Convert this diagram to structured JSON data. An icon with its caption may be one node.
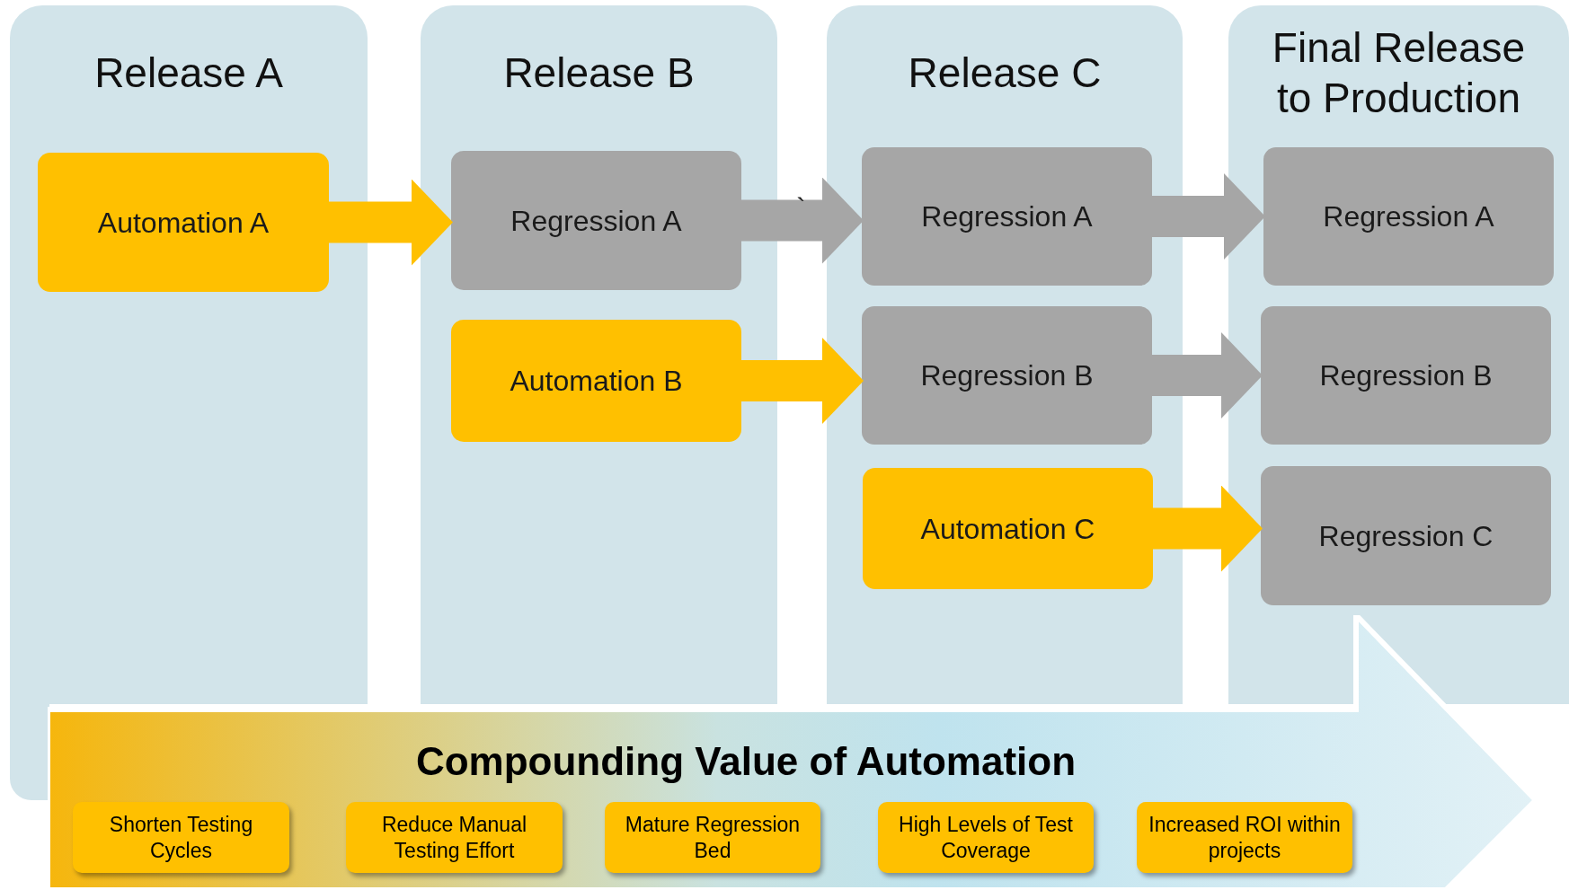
{
  "diagram": {
    "nodes": [
      {
        "text": [
          "Release A"
        ]
      },
      {
        "text": [
          "Automation A"
        ],
        "in": 0
      },
      {
        "text": [
          "Release B"
        ]
      },
      {
        "text": [
          "Regression A"
        ],
        "in": 2
      },
      {
        "text": [
          "Automation B"
        ],
        "in": 2
      },
      {
        "text": [
          "Release C"
        ]
      },
      {
        "text": [
          "Regression A"
        ],
        "in": 5
      },
      {
        "text": [
          "Regression B"
        ],
        "in": 5
      },
      {
        "text": [
          "Automation C"
        ],
        "in": 5
      },
      {
        "text": [
          "Final Release to Production"
        ]
      },
      {
        "text": [
          "Regression A"
        ],
        "in": 9
      },
      {
        "text": [
          "Regression B"
        ],
        "in": 9
      },
      {
        "text": [
          "Regression C"
        ],
        "in": 9
      },
      {
        "text": [
          "Compounding Value of Automation"
        ]
      },
      {
        "text": [
          "Shorten Testing Cycles"
        ],
        "in": 13
      },
      {
        "text": [
          "Reduce Manual Testing Effort"
        ],
        "in": 13
      },
      {
        "text": [
          "Mature Regression Bed"
        ],
        "in": 13
      },
      {
        "text": [
          "High Levels of Test Coverage"
        ],
        "in": 13
      },
      {
        "text": [
          "Increased ROI within projects"
        ],
        "in": 13
      }
    ],
    "edges": [
      {
        "from": 1,
        "to": 3,
        "arrow": "to",
        "color": "#ffc000"
      },
      {
        "from": 3,
        "to": 6,
        "arrow": "to",
        "color": "#a6a6a6",
        "label": "`"
      },
      {
        "from": 4,
        "to": 7,
        "arrow": "to",
        "color": "#ffc000"
      },
      {
        "from": 6,
        "to": 10,
        "arrow": "to",
        "color": "#a6a6a6"
      },
      {
        "from": 7,
        "to": 11,
        "arrow": "to",
        "color": "#a6a6a6"
      },
      {
        "from": 8,
        "to": 12,
        "arrow": "to",
        "color": "#ffc000"
      }
    ]
  }
}
